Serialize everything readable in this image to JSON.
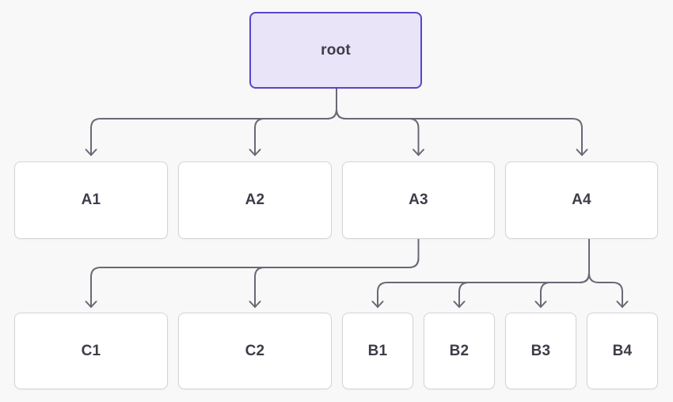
{
  "diagram": {
    "type": "tree-flowchart",
    "background": "#f8f8f8",
    "colors": {
      "edge": "#6b6876",
      "node_fill": "#ffffff",
      "node_border": "#d4d4da",
      "root_fill": "#e9e4f7",
      "root_border": "#5b45cd",
      "label_text": "#3f3c49"
    },
    "nodes": {
      "root": {
        "label": "root"
      },
      "a1": {
        "label": "A1"
      },
      "a2": {
        "label": "A2"
      },
      "a3": {
        "label": "A3"
      },
      "a4": {
        "label": "A4"
      },
      "c1": {
        "label": "C1"
      },
      "c2": {
        "label": "C2"
      },
      "b1": {
        "label": "B1"
      },
      "b2": {
        "label": "B2"
      },
      "b3": {
        "label": "B3"
      },
      "b4": {
        "label": "B4"
      }
    },
    "edges": [
      {
        "from": "root",
        "to": "A1"
      },
      {
        "from": "root",
        "to": "A2"
      },
      {
        "from": "root",
        "to": "A3"
      },
      {
        "from": "root",
        "to": "A4"
      },
      {
        "from": "A3",
        "to": "C1"
      },
      {
        "from": "A3",
        "to": "C2"
      },
      {
        "from": "A4",
        "to": "B1"
      },
      {
        "from": "A4",
        "to": "B2"
      },
      {
        "from": "A4",
        "to": "B3"
      },
      {
        "from": "A4",
        "to": "B4"
      }
    ]
  }
}
